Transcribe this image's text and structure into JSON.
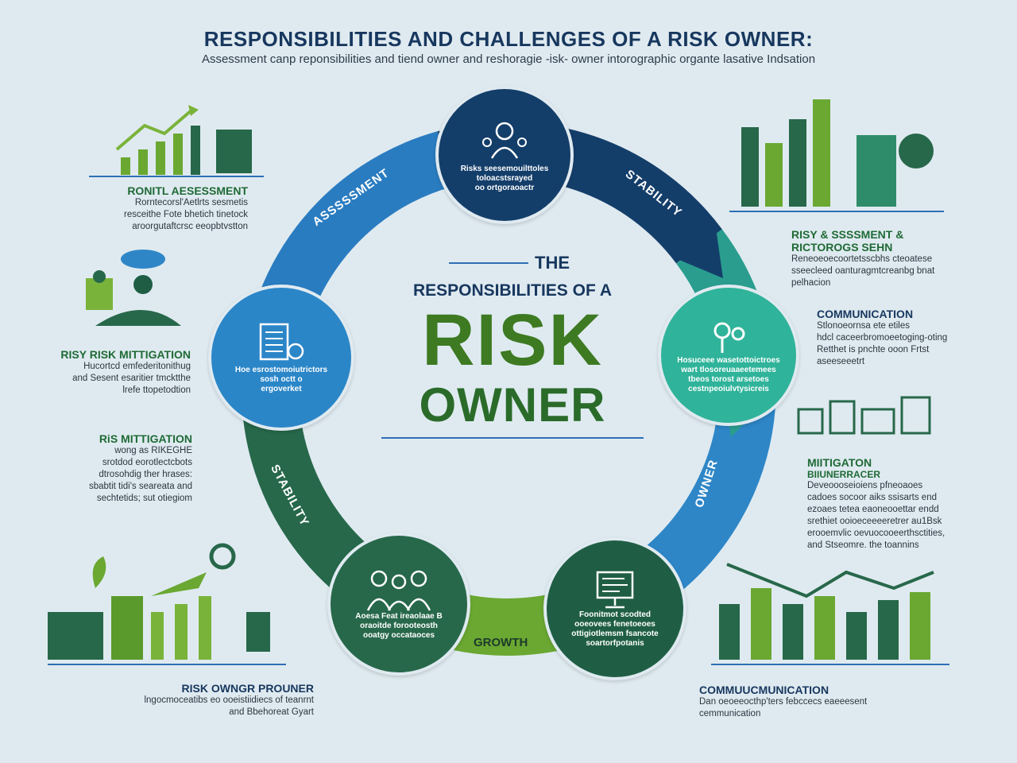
{
  "header": {
    "title": "RESPONSIBILITIES AND CHALLENGES OF A RISK OWNER:",
    "subtitle": "Assessment canp reponsibilities and tiend owner and reshoragie -isk- owner intorographic organte lasative Indsation"
  },
  "center": {
    "the": "THE",
    "responsibilities": "RESPONSIBILITIES OF A",
    "risk": "RISK",
    "owner": "OWNER"
  },
  "ring": {
    "labels": {
      "assessment": "ASSSSSMENT",
      "stability_top": "STABILITY",
      "stability_left": "STABILITY",
      "owner": "OWNER",
      "growth": "GROWTH"
    }
  },
  "nodes": {
    "top": {
      "lines": [
        "Risks seesemouilttoles",
        "toloacstsrayed",
        "oo ortgoraoactr"
      ]
    },
    "left": {
      "lines": [
        "Hoe esrostomoiutrictors",
        "sosh octt o",
        "ergoverket"
      ]
    },
    "right": {
      "lines": [
        "Hosuceee wasetottoictroes",
        "wart tlosoreuaaeetemees",
        "tbeos torost arsetoes",
        "cestnpeoiulvtysicreis"
      ]
    },
    "bottom_left": {
      "lines": [
        "Aoesa Feat ireaolaae B",
        "oraoitde forooteosth",
        "ooatgy occataoces"
      ]
    },
    "bottom_right": {
      "lines": [
        "Foonitmot scodted",
        "ooeovees fenetoeoes",
        "ottigiotlemsm fsancote",
        "soartorfpotanis"
      ]
    }
  },
  "left_sections": [
    {
      "title": "RONITL AESESSMENT",
      "lines": [
        "Rorntecorsl'Aetlrts sesmetis",
        "resceithe Fote bhetich tinetock",
        "aroorgutaftcrsc eeopbtvstton"
      ]
    },
    {
      "title": "RISY RISK MITTIGATION",
      "lines": [
        "Hucortcd emfederitonithug",
        "and Sesent esaritier tmcktthe",
        "lrefe ttopetodtion"
      ]
    },
    {
      "title": "RiS MITTIGATION",
      "lines": [
        "wong as RIKEGHE",
        "srotdod eorotlectcbots",
        "dtrosohdig ther hrases:",
        "sbabtit tidi's seareata and",
        "sechtetids; sut otiegiom"
      ]
    },
    {
      "title": "RISK OWNGR PROUNER",
      "lines": [
        "lngocmoceatibs eo ooeistiidiecs of teanrnt",
        "and Bbehoreat Gyart"
      ]
    }
  ],
  "right_sections": [
    {
      "title": "RISY & SSSSMENT &",
      "title2": "RICTOROGS SEHN",
      "lines": [
        "Reneoeoecoortetsscbhs cteoatese",
        "sseecleed oanturagmtcreanbg bnat",
        "pelhacion"
      ]
    },
    {
      "title": "COMMUNICATION",
      "lines": [
        "Stlonoeornsa ete etiles",
        "hdcl caceerbromoeetoging-oting",
        "Retthet is pnchte ooon Frtst",
        "aseeseeetrt"
      ]
    },
    {
      "title": "MIITIGATON",
      "title2": "BIIUNERRACER",
      "lines": [
        "Deveoooseioiens pfneoaoes",
        "cadoes socoor aiks ssisarts end",
        "ezoaes tetea eaoneooettar endd",
        "srethiet ooioeceeeeretrer au1Bsk",
        "erooemvlic oevuocooeerthsctities,",
        "and Stseomre. the toannins"
      ]
    },
    {
      "title": "COMMUUCMUNICATION",
      "lines": [
        "Dan oeoeeocthp'ters febccecs eaeeesent",
        "cemmunication"
      ]
    }
  ],
  "colors": {
    "navy": "#143e6a",
    "blue": "#2e86c7",
    "teal": "#2fb39a",
    "dark_green": "#27684a",
    "green": "#5a9a2c",
    "lime": "#7ab33a"
  },
  "icons": [
    "growth-chart-icon",
    "cloud-person-icon",
    "gear-icon",
    "plant-icon",
    "bar-chart-icon",
    "city-icon",
    "handshake-icon",
    "calculator-icon",
    "people-icon",
    "monitor-icon"
  ]
}
